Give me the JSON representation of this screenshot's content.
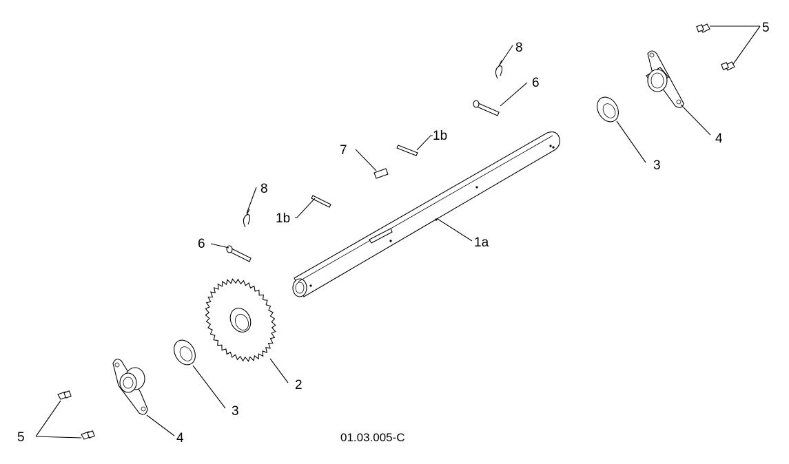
{
  "drawing": {
    "reference": "01.03.005-C"
  },
  "callouts": {
    "shaft": "1a",
    "pin_upper": "1b",
    "pin_lower": "1b",
    "sprocket": "2",
    "washer_right": "3",
    "washer_left": "3",
    "bearing_flange_right": "4",
    "bearing_flange_left": "4",
    "bolts_right": "5",
    "bolts_left": "5",
    "clevis_pin_right": "6",
    "clevis_pin_left": "6",
    "key": "7",
    "hairpin_right": "8",
    "hairpin_left": "8"
  }
}
